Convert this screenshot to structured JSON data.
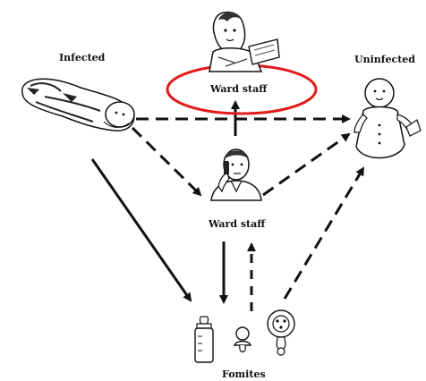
{
  "labels": {
    "infected": "Infected",
    "uninfected": "Uninfected",
    "ward_staff_top": "Ward staff",
    "ward_staff_middle": "Ward staff",
    "fomites": "Fomites"
  },
  "colors": {
    "highlight": "#e21b1b",
    "ink": "#111111"
  },
  "icons": {
    "infected": "lying-infant-icon",
    "uninfected": "sitting-infant-icon",
    "ward_staff_top": "nurse-writing-icon",
    "ward_staff_middle": "staff-phone-icon",
    "fomites": [
      "baby-bottle-icon",
      "pacifier-icon",
      "rattle-icon"
    ]
  }
}
